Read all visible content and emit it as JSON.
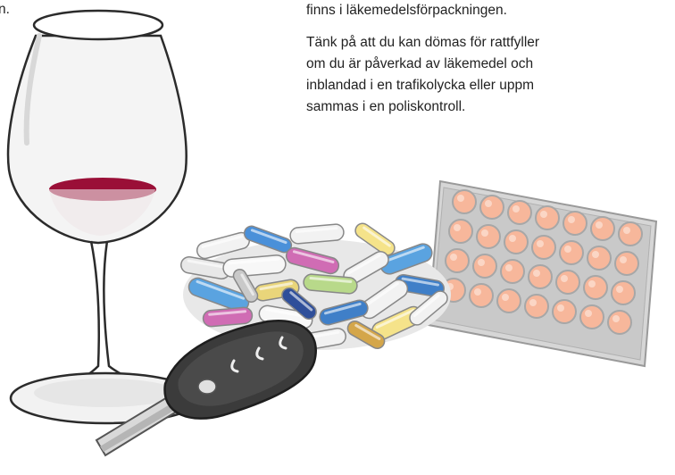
{
  "left_fragment": "n.",
  "right_column": {
    "para1_line1": "finns i läkemedelsförpackningen.",
    "para2_lines": [
      "Tänk på att du kan dömas för rattfyller",
      "om du är påverkad av läkemedel och",
      "inblandad i en trafikolycka eller uppm",
      "sammas i en poliskontroll."
    ]
  },
  "illustration": {
    "icons": [
      "wine-glass-icon",
      "pill-pile-icon",
      "blister-pack-icon",
      "car-key-icon"
    ],
    "colors": {
      "wine": "#9a0f37",
      "blister": "#cfcfcf",
      "tablet": "#f7b79b",
      "key_body": "#3b3b3b",
      "glass_outline": "#2b2b2b"
    }
  }
}
